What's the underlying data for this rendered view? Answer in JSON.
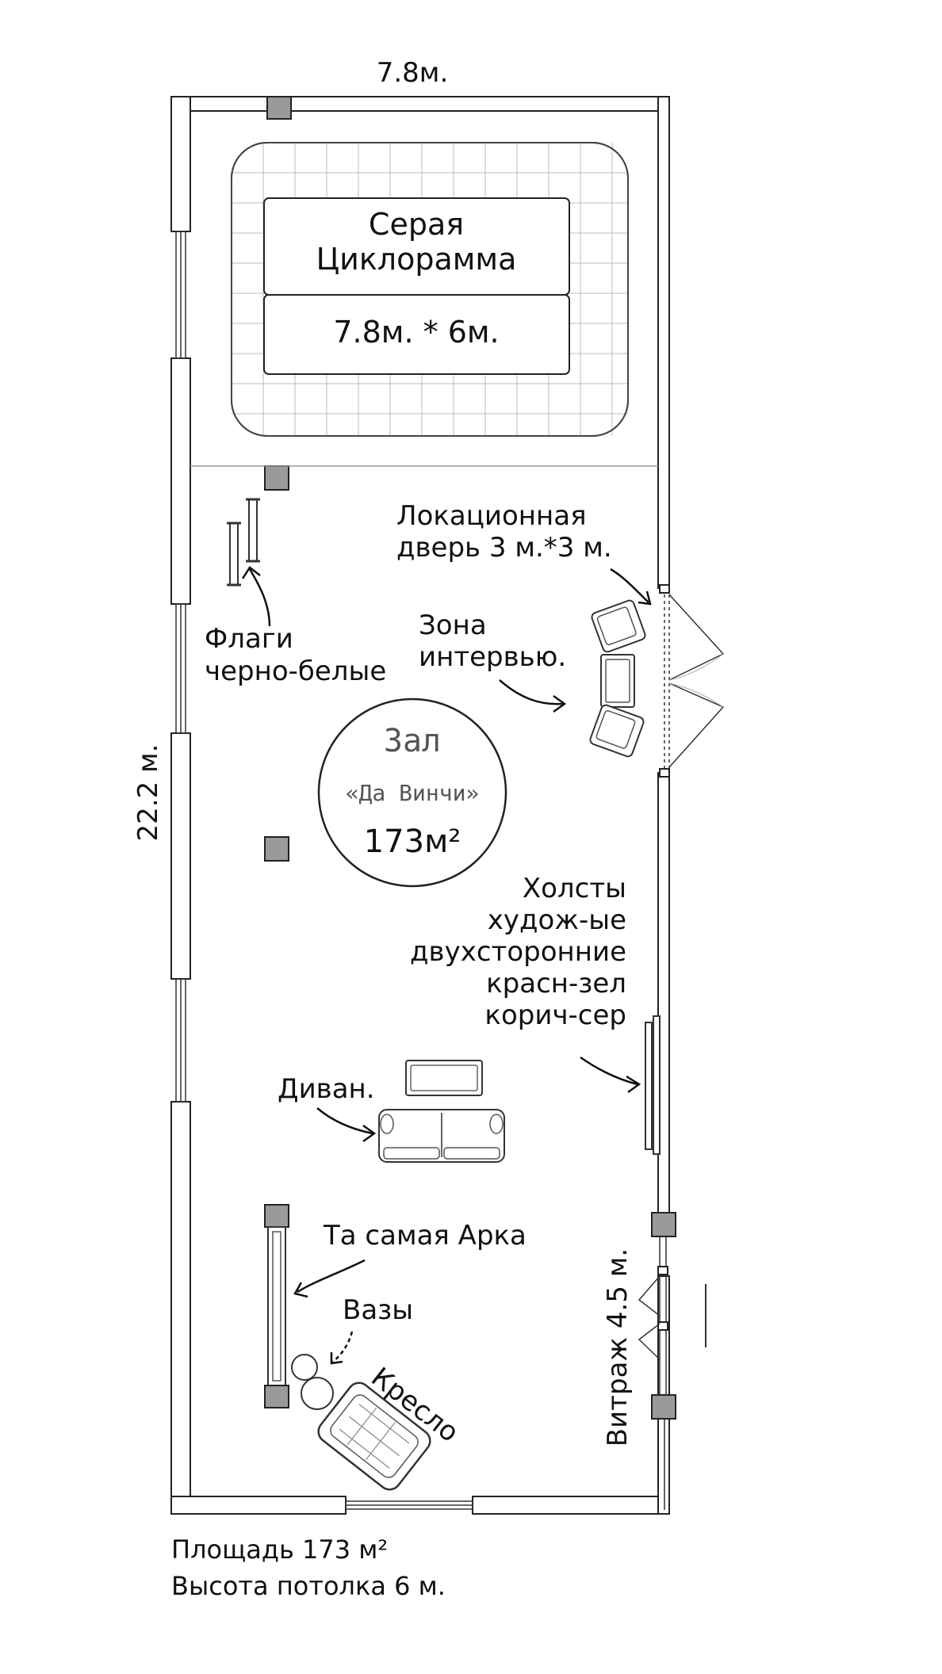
{
  "dimensions": {
    "width_label": "7.8м.",
    "length_label": "22.2 м.",
    "vitrazh_label": "Витраж 4.5 м."
  },
  "cyclorama": {
    "title_line1": "Серая",
    "title_line2": "Циклорамма",
    "size": "7.8м. * 6м."
  },
  "hall": {
    "line1": "Зал",
    "line2": "«Да Винчи»",
    "area": "173м²"
  },
  "labels": {
    "door_line1": "Локационная",
    "door_line2": "дверь 3 м.*3 м.",
    "interview_line1": "Зона",
    "interview_line2": "интервью.",
    "flags_line1": "Флаги",
    "flags_line2": "черно-белые",
    "canvas_line1": "Холсты",
    "canvas_line2": "худож-ые",
    "canvas_line3": "двухсторонние",
    "canvas_line4": "красн-зел",
    "canvas_line5": "корич-сер",
    "sofa": "Диван.",
    "arch": "Та самая Арка",
    "vases": "Вазы",
    "armchair": "Кресло"
  },
  "footer": {
    "area": "Площадь 173 м²",
    "ceiling": "Высота потолка 6 м."
  }
}
